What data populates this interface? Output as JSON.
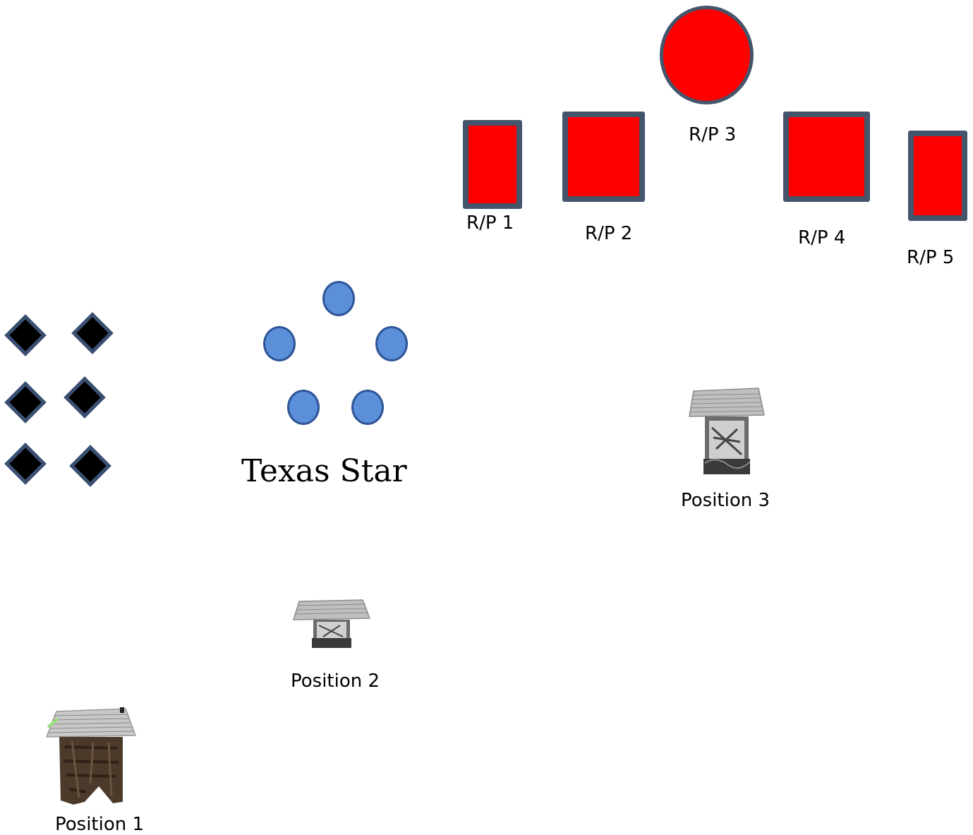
{
  "colors": {
    "target_fill": "#ff0000",
    "target_border": "#44546a",
    "texas_star_fill": "#5b8fd9",
    "texas_star_border": "#2f5597",
    "diamond_fill": "#000000",
    "diamond_border": "#3a4f73"
  },
  "targets": {
    "rp1": "R/P 1",
    "rp2": "R/P 2",
    "rp3": "R/P 3",
    "rp4": "R/P 4",
    "rp5": "R/P 5"
  },
  "texas_star": {
    "label": "Texas Star"
  },
  "positions": {
    "p1": "Position 1",
    "p2": "Position 2",
    "p3": "Position 3"
  }
}
